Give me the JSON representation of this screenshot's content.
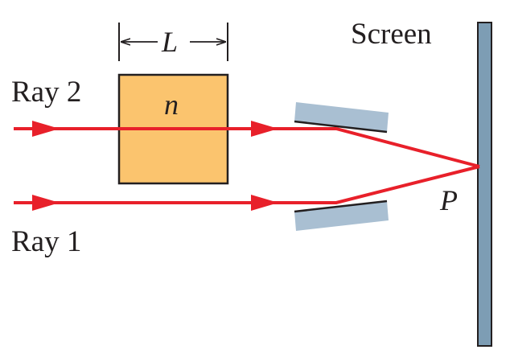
{
  "labels": {
    "ray2": "Ray 2",
    "ray1": "Ray 1",
    "screen": "Screen",
    "length": "L",
    "index": "n",
    "point": "P"
  },
  "colors": {
    "ray": "#e8202a",
    "slab_fill": "#fbc46e",
    "slab_stroke": "#231f20",
    "mirror_fill": "#a9bfd2",
    "screen_fill": "#7d9db4",
    "ink": "#231f20"
  },
  "icons": {
    "ray_arrow": "filled-triangle-right",
    "dimension_arrow": "open-arrow"
  }
}
